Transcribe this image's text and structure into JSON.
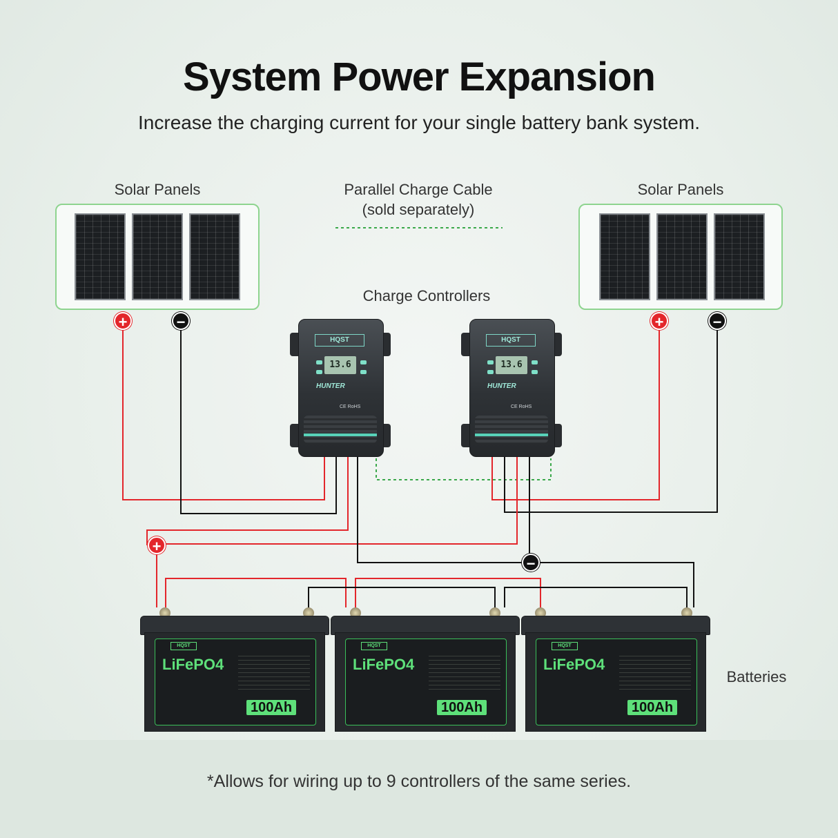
{
  "title": "System Power Expansion",
  "subtitle": "Increase the charging current for your single battery bank system.",
  "labels": {
    "solar_left": "Solar Panels",
    "solar_right": "Solar Panels",
    "parallel_cable_line1": "Parallel Charge Cable",
    "parallel_cable_line2": "(sold separately)",
    "charge_controllers": "Charge Controllers",
    "batteries": "Batteries"
  },
  "terminals": {
    "positive": "+",
    "negative": "−"
  },
  "controller": {
    "brand": "HQST",
    "display_reading": "13.6",
    "model": "HUNTER",
    "cert": "CE RoHS"
  },
  "battery": {
    "brand": "HQST",
    "chemistry": "LiFePO4",
    "capacity": "100Ah"
  },
  "footnote": "*Allows for wiring up to 9 controllers of the same series.",
  "colors": {
    "positive_wire": "#e3262b",
    "negative_wire": "#111111",
    "parallel_cable": "#3aa84a",
    "panel_border": "#8ed48f",
    "battery_accent": "#5ee07a",
    "controller_accent": "#58d2b8"
  }
}
